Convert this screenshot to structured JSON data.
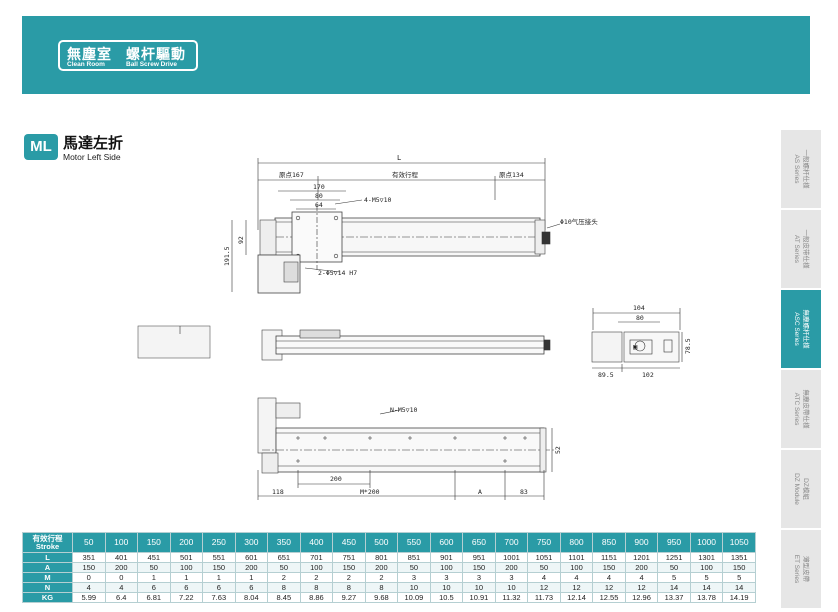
{
  "header": {
    "badge_cn_1": "無塵室",
    "badge_cn_2": "螺杆驅動",
    "badge_en_1": "Clean Room",
    "badge_en_2": "Ball Screw Drive"
  },
  "section": {
    "code": "ML",
    "title": "馬達左折",
    "subtitle": "Motor Left Side"
  },
  "drawing": {
    "top_view": {
      "L": "L",
      "origin_left": "原点167",
      "stroke": "有效行程",
      "origin_right": "原点134",
      "dim_170": "170",
      "dim_80": "80",
      "dim_64": "64",
      "hole_note": "4-M5▽10",
      "pin_note": "2-Φ5▽14 H7",
      "air_note": "Φ10气压接头",
      "dim_92": "92",
      "dim_191_5": "191.5"
    },
    "end_view": {
      "dim_104": "104",
      "dim_80": "80",
      "dim_78_5": "78.5",
      "dim_89_5": "89.5",
      "dim_102": "102"
    },
    "bottom_view": {
      "hole_note": "N-M5▽10",
      "dim_200": "200",
      "dim_118": "118",
      "dim_m200": "M*200",
      "dim_a": "A",
      "dim_83": "83",
      "dim_52": "52"
    }
  },
  "side_tabs": [
    {
      "cn": "一般螺杆仕様",
      "en": "AS Series",
      "active": false
    },
    {
      "cn": "一般皮带仕様",
      "en": "AT Series",
      "active": false
    },
    {
      "cn": "無塵螺杆仕様",
      "en": "ASC Series",
      "active": true
    },
    {
      "cn": "無塵皮帶仕様",
      "en": "ATC Series",
      "active": false
    },
    {
      "cn": "DZ模組",
      "en": "DZ Module",
      "active": false
    },
    {
      "cn": "薄型皮帶",
      "en": "ET Series",
      "active": false
    }
  ],
  "spec_table": {
    "header_cn": "有效行程",
    "header_en": "Stroke",
    "strokes": [
      "50",
      "100",
      "150",
      "200",
      "250",
      "300",
      "350",
      "400",
      "450",
      "500",
      "550",
      "600",
      "650",
      "700",
      "750",
      "800",
      "850",
      "900",
      "950",
      "1000",
      "1050"
    ],
    "rows": [
      {
        "label": "L",
        "values": [
          "351",
          "401",
          "451",
          "501",
          "551",
          "601",
          "651",
          "701",
          "751",
          "801",
          "851",
          "901",
          "951",
          "1001",
          "1051",
          "1101",
          "1151",
          "1201",
          "1251",
          "1301",
          "1351"
        ]
      },
      {
        "label": "A",
        "values": [
          "150",
          "200",
          "50",
          "100",
          "150",
          "200",
          "50",
          "100",
          "150",
          "200",
          "50",
          "100",
          "150",
          "200",
          "50",
          "100",
          "150",
          "200",
          "50",
          "100",
          "150"
        ]
      },
      {
        "label": "M",
        "values": [
          "0",
          "0",
          "1",
          "1",
          "1",
          "1",
          "2",
          "2",
          "2",
          "2",
          "3",
          "3",
          "3",
          "3",
          "4",
          "4",
          "4",
          "4",
          "5",
          "5",
          "5"
        ]
      },
      {
        "label": "N",
        "values": [
          "4",
          "4",
          "6",
          "6",
          "6",
          "6",
          "8",
          "8",
          "8",
          "8",
          "10",
          "10",
          "10",
          "10",
          "12",
          "12",
          "12",
          "12",
          "14",
          "14",
          "14"
        ]
      },
      {
        "label": "KG",
        "values": [
          "5.99",
          "6.4",
          "6.81",
          "7.22",
          "7.63",
          "8.04",
          "8.45",
          "8.86",
          "9.27",
          "9.68",
          "10.09",
          "10.5",
          "10.91",
          "11.32",
          "11.73",
          "12.14",
          "12.55",
          "12.96",
          "13.37",
          "13.78",
          "14.19"
        ]
      }
    ]
  }
}
